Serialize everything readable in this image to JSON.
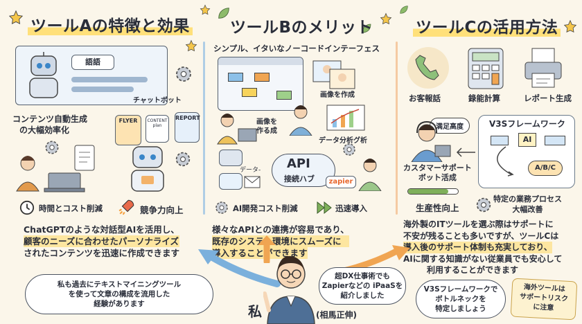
{
  "colors": {
    "bg": "#fbf6ea",
    "blue": "#5b8fc6",
    "orange": "#f0a552",
    "yellow": "#ffe07a",
    "green": "#7fb05a"
  },
  "section_a": {
    "title": "ツールAの特徴と効果",
    "screen_text": "語語",
    "chatbot_label": "チャットボット",
    "content_label_line1": "コンテンツ自動生成",
    "content_label_line2": "の大幅効率化",
    "flyer_text": "FLYER",
    "report_text": "REPORT",
    "content_text": "CONTENT\nplan",
    "benefit_time": "時間とコスト削減",
    "benefit_compete": "競争力向上",
    "desc_line1": "ChatGPTのような対話型AIを活用し、",
    "desc_line2": "顧客のニーズに合わせたパーソナライズ",
    "desc_line3": "されたコンテンツを迅速に作成できます"
  },
  "section_b": {
    "title": "ツールBのメリット",
    "subtitle": "シンプル、イタいなノーコードインテーフェス",
    "image_create_label": "画像を作成",
    "image_create2_line1": "画像を",
    "image_create2_line2": "作る成",
    "data_analysis_label": "データ分析グ析",
    "data_label": "データ-",
    "api_label": "API",
    "api_hub_label": "接続ハブ",
    "zapier_label": "zapier",
    "benefit_cost": "AI開発コスト削減",
    "benefit_fast": "迅速導入",
    "desc_line1": "様々なAPIとの連携が容易であり、",
    "desc_line2": "既存のシステム環境にスムーズに",
    "desc_line3": "導入することができます"
  },
  "section_c": {
    "title": "ツールCの活用方法",
    "use_call": "お客報話",
    "use_calc": "錄能計算",
    "use_report": "レポート生成",
    "satisfaction_label": "満足高度",
    "framework_title": "V3Sフレームワーク",
    "framework_ai": "AI",
    "framework_abc": "A/B/C",
    "support_line1": "カスタマーサポート",
    "support_line2": "ボット活成",
    "productivity_label": "生産性向上",
    "process_line1": "特定の業務プロセス",
    "process_line2": "大幅改善",
    "desc_line1": "海外製のITツールを選ぶ際はサポートに",
    "desc_line2": "不安が残ることも多いですが、ツールCは",
    "desc_line3": "導入後のサポート体制も充実しており、",
    "desc_line4": "AIに関する知識がない従業員でも安心して",
    "desc_line5": "利用することができます"
  },
  "bubbles": {
    "left_line1": "私も過去にテキストマイニングツール",
    "left_line2": "を使って文章の構成を流用した",
    "left_line3": "経験があります",
    "mid_line1": "超DX仕事術でも",
    "mid_line2": "Zapierなどの iPaaSを",
    "mid_line3": "紹介しました",
    "right_line1": "V3Sフレームワークで",
    "right_line2": "ボトルネックを",
    "right_line3": "特定しましょう",
    "warn_line1": "海外ツールは",
    "warn_line2": "サポートリスク",
    "warn_line3": "に注意"
  },
  "person": {
    "me_label": "私",
    "name_label": "(相馬正伸)"
  },
  "icons": [
    "robot-icon",
    "chat-icon",
    "gear-icon",
    "clock-icon",
    "rocket-icon",
    "laptop-icon",
    "api-icon",
    "phone-icon",
    "calculator-icon",
    "printer-icon",
    "headset-icon",
    "star-icon",
    "leaf-icon",
    "arrow-icon"
  ]
}
